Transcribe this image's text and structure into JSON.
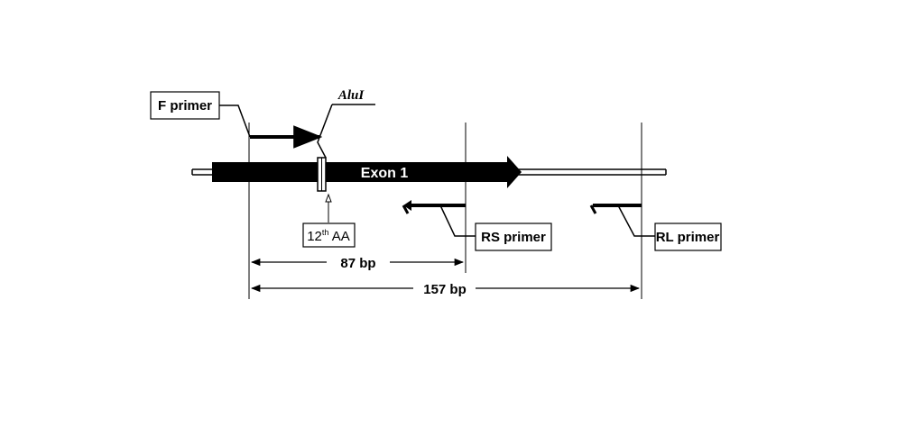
{
  "diagram": {
    "f_primer_label": "F primer",
    "enzyme_label": "AluI",
    "exon_label": "Exon 1",
    "codon_label_main": "12",
    "codon_label_sup": "th",
    "codon_label_suffix": " AA",
    "rs_primer_label": "RS primer",
    "rl_primer_label": "RL primer",
    "short_product_label": "87 bp",
    "long_product_label": "157 bp"
  }
}
